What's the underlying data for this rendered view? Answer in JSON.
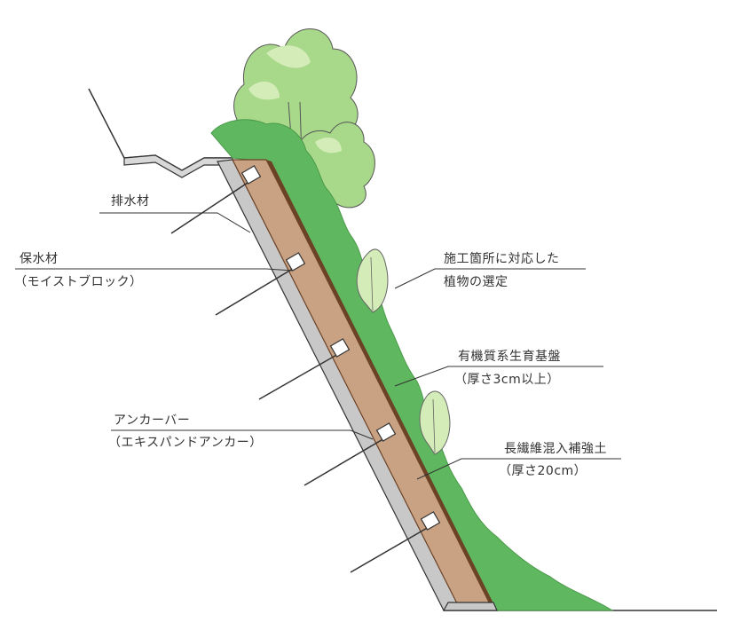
{
  "labels": {
    "drainage": "排水材",
    "water_retention": "保水材",
    "water_retention_sub": "（モイストブロック）",
    "vegetation": "施工箇所に対応した",
    "vegetation_sub": "植物の選定",
    "organic_base": "有機質系生育基盤",
    "organic_base_sub": "（厚さ3cm以上）",
    "anchor": "アンカーバー",
    "anchor_sub": "（エキスパンドアンカー）",
    "reinforced_soil": "長繊維混入補強土",
    "reinforced_soil_sub": "（厚さ20cm）"
  },
  "colors": {
    "soil": "#c9a283",
    "soil_edge": "#6b4226",
    "drain": "#c8c8c8",
    "green": "#5fb85f",
    "green_dark": "#4a9a4a",
    "tree": "#a8d88a",
    "tree_light": "#d4ecb8",
    "line": "#333333"
  }
}
